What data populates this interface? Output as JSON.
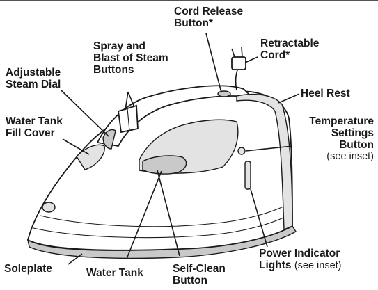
{
  "labels": {
    "cord_release_button": {
      "line1": "Cord Release",
      "line2": "Button*"
    },
    "retractable_cord": {
      "line1": "Retractable",
      "line2": "Cord*"
    },
    "spray_steam_buttons": {
      "line1": "Spray and",
      "line2": "Blast of Steam",
      "line3": "Buttons"
    },
    "adjustable_steam_dial": {
      "line1": "Adjustable",
      "line2": "Steam Dial"
    },
    "heel_rest": "Heel Rest",
    "water_tank_fill_cover": {
      "line1": "Water Tank",
      "line2": "Fill Cover"
    },
    "temperature_settings_button": {
      "line1": "Temperature",
      "line2": "Settings",
      "line3": "Button",
      "note": "(see inset)"
    },
    "power_indicator_lights": {
      "line1": "Power Indicator",
      "line2": "Lights",
      "note": "(see inset)"
    },
    "soleplate": "Soleplate",
    "water_tank": "Water Tank",
    "self_clean_button": {
      "line1": "Self-Clean",
      "line2": "Button"
    }
  },
  "colors": {
    "ink": "#1a1a1a",
    "shade_light": "#e3e3e3",
    "shade_dark": "#c9c9c9",
    "background": "#ffffff"
  }
}
